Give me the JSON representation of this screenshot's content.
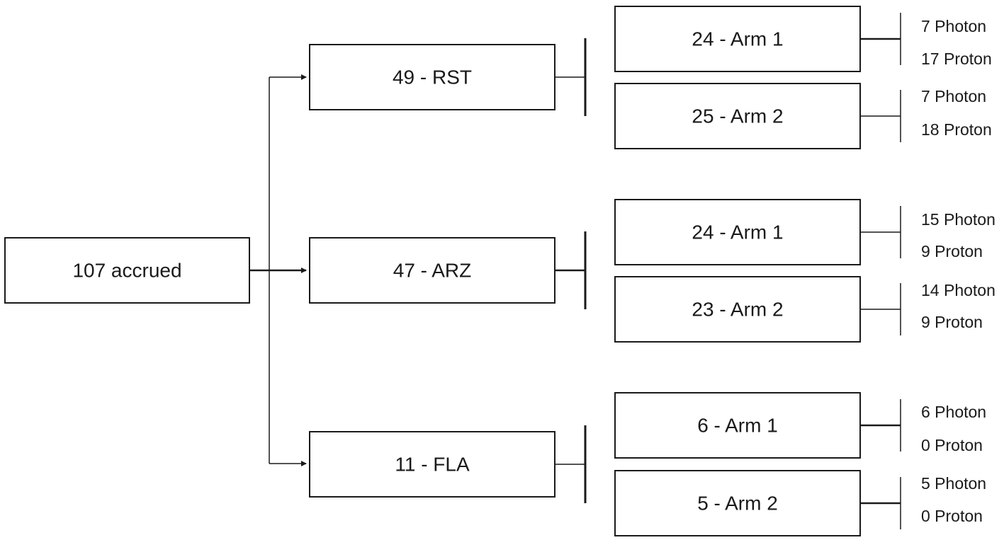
{
  "root": {
    "label": "107 accrued"
  },
  "sites": [
    {
      "label": "49  - RST",
      "arms": [
        {
          "label": "24 - Arm 1",
          "breakdown": [
            "7 Photon",
            "17 Proton"
          ]
        },
        {
          "label": "25 - Arm 2",
          "breakdown": [
            "7 Photon",
            "18 Proton"
          ]
        }
      ]
    },
    {
      "label": "47  - ARZ",
      "arms": [
        {
          "label": "24 - Arm 1",
          "breakdown": [
            "15 Photon",
            "9 Proton"
          ]
        },
        {
          "label": "23 - Arm 2",
          "breakdown": [
            "14 Photon",
            "9 Proton"
          ]
        }
      ]
    },
    {
      "label": "11  - FLA",
      "arms": [
        {
          "label": "6 - Arm 1",
          "breakdown": [
            "6 Photon",
            "0 Proton"
          ]
        },
        {
          "label": "5 - Arm 2",
          "breakdown": [
            "5 Photon",
            "0 Proton"
          ]
        }
      ]
    }
  ]
}
